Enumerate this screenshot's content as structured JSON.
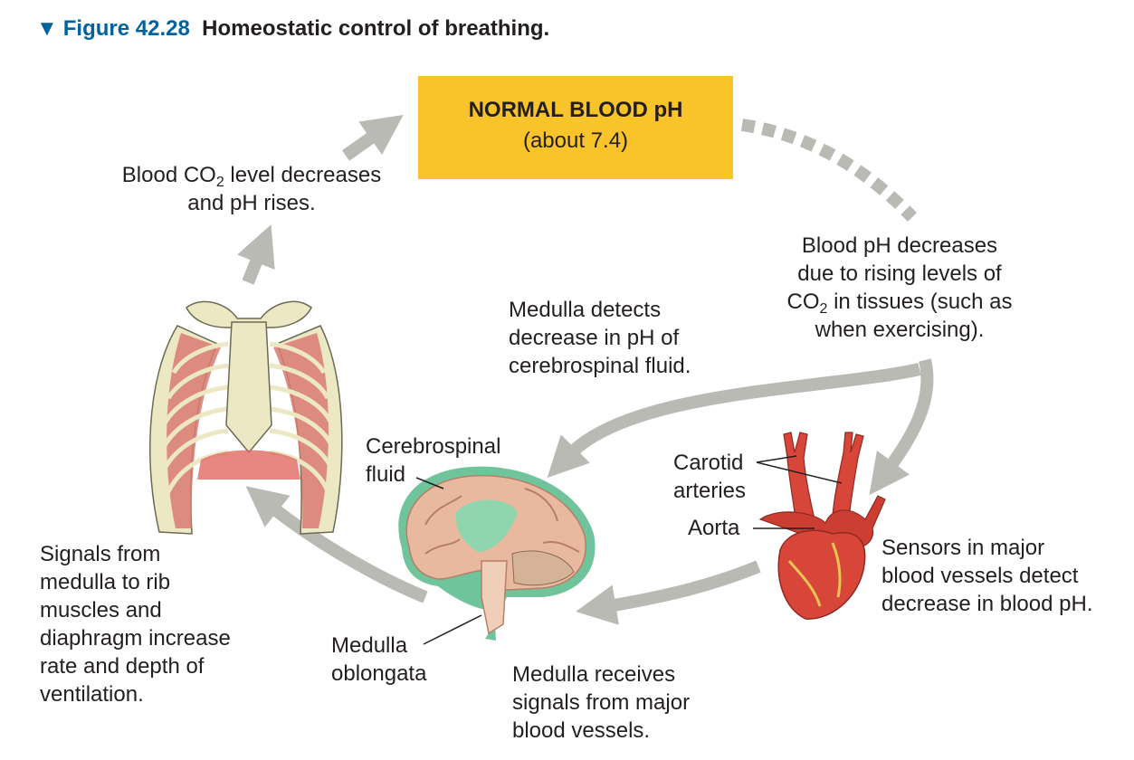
{
  "figure": {
    "number": "Figure 42.28",
    "title": "Homeostatic control of breathing."
  },
  "setpoint": {
    "title": "NORMAL BLOOD pH",
    "value": "(about 7.4)"
  },
  "labels": {
    "co2_decrease": {
      "pre": "Blood CO",
      "sub": "2",
      "post": " level decreases",
      "line2": "and pH rises."
    },
    "ph_decrease": {
      "line1": "Blood pH decreases",
      "line2": "due to rising levels of",
      "line3_pre": "CO",
      "line3_sub": "2",
      "line3_post": " in tissues (such as",
      "line4": "when exercising)."
    },
    "medulla_detects": [
      "Medulla detects",
      "decrease in pH of",
      "cerebrospinal fluid."
    ],
    "csf": [
      "Cerebrospinal",
      "fluid"
    ],
    "carotid": [
      "Carotid",
      "arteries"
    ],
    "aorta": "Aorta",
    "sensors": [
      "Sensors in major",
      "blood vessels detect",
      "decrease in blood pH."
    ],
    "signals": [
      "Signals from",
      "medulla to rib",
      "muscles and",
      "diaphragm increase",
      "rate and depth of",
      "ventilation."
    ],
    "medulla_oblongata": [
      "Medulla",
      "oblongata"
    ],
    "medulla_receives": [
      "Medulla receives",
      "signals from major",
      "blood vessels."
    ]
  },
  "colors": {
    "setpoint_box": "#f9c32a",
    "arrow": "#b9bab3",
    "figure_number": "#00639e",
    "muscle": "#d97a72",
    "bone": "#ece8c4",
    "brain": "#e9b99f",
    "csf": "#8fd6ae",
    "heart": "#d8463a"
  }
}
